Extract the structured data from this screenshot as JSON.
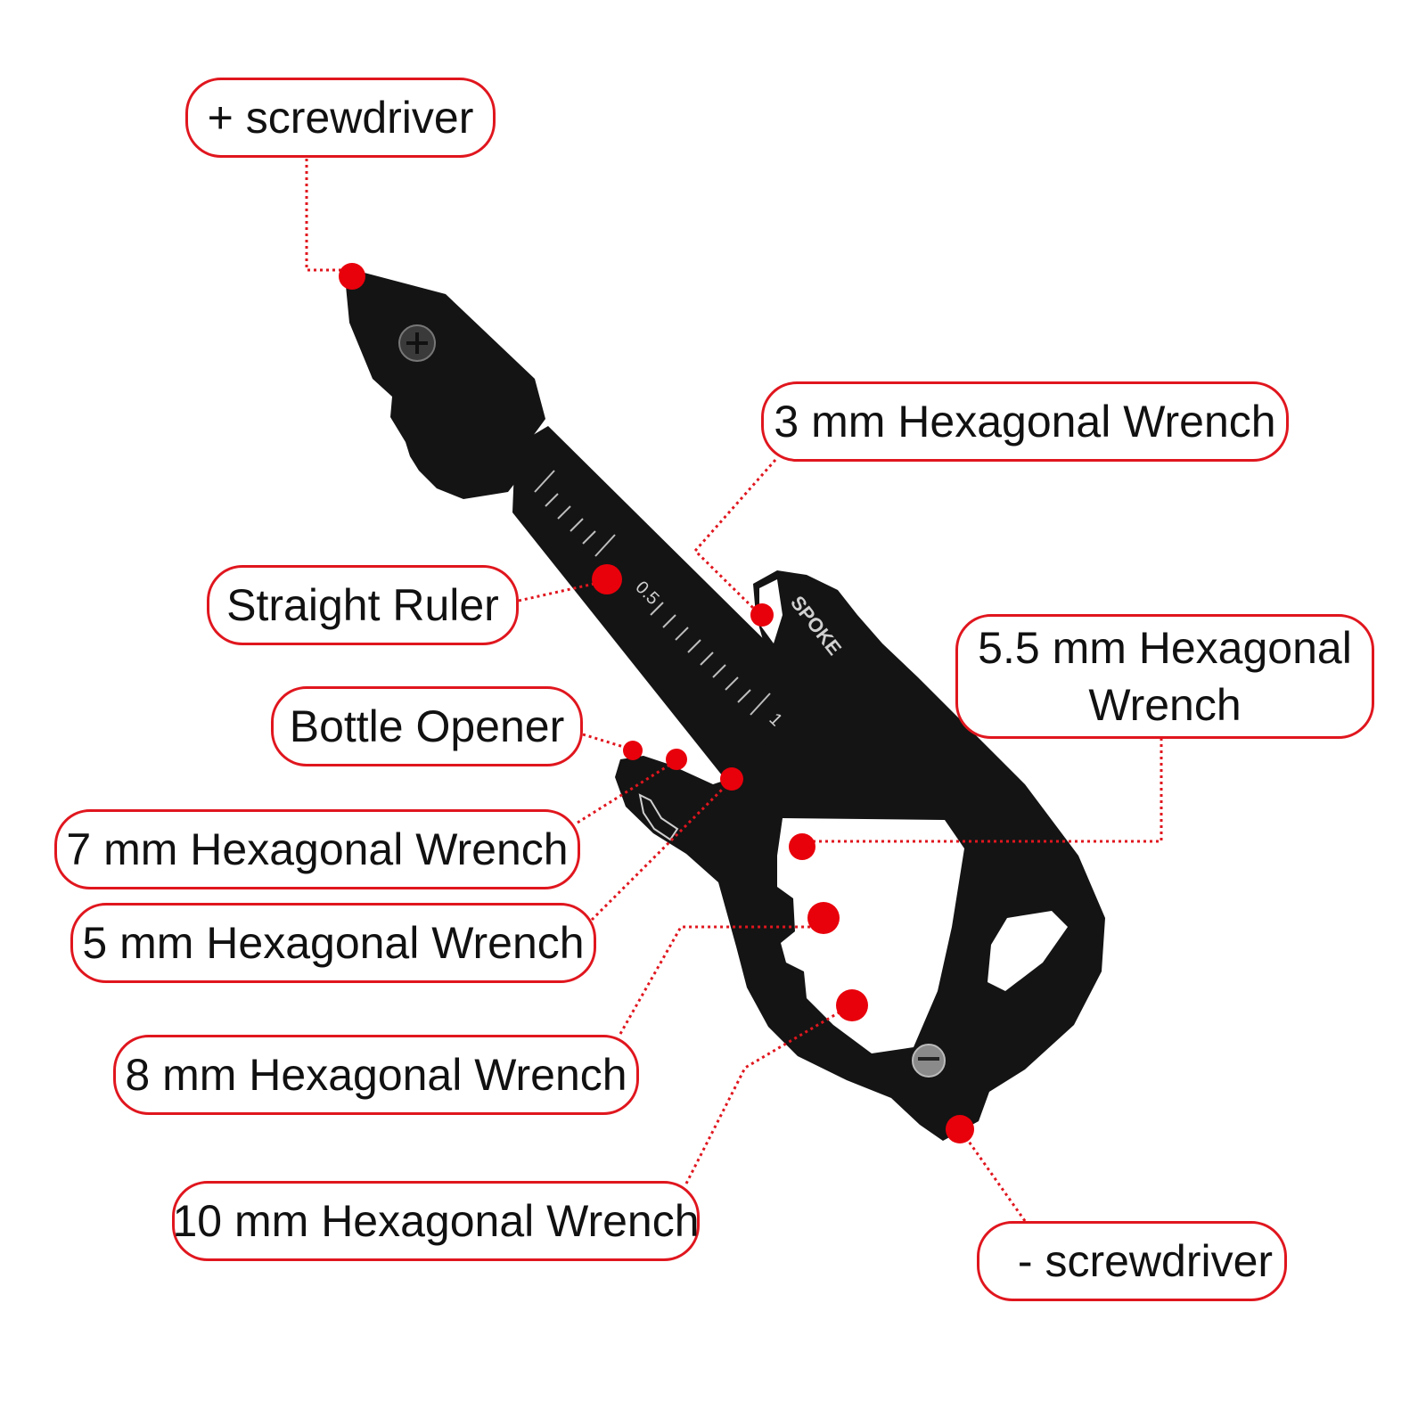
{
  "colors": {
    "accent": "#e0161e",
    "tool_body": "#141414",
    "label_text": "#111111"
  },
  "tool": {
    "engraving": "SPOKE",
    "ruler_mark_half": "0.5",
    "ruler_mark_one": "1",
    "icon": "bottle-icon"
  },
  "labels": {
    "phillips_screwdriver": "+ screwdriver",
    "hex_3mm": "3 mm Hexagonal Wrench",
    "straight_ruler": "Straight Ruler",
    "hex_5_5mm": "5.5 mm Hexagonal Wrench",
    "bottle_opener": "Bottle Opener",
    "hex_7mm": "7 mm Hexagonal Wrench",
    "hex_5mm": "5 mm Hexagonal Wrench",
    "hex_8mm": "8 mm Hexagonal Wrench",
    "hex_10mm": "10 mm Hexagonal Wrench",
    "flat_screwdriver": "- screwdriver"
  }
}
